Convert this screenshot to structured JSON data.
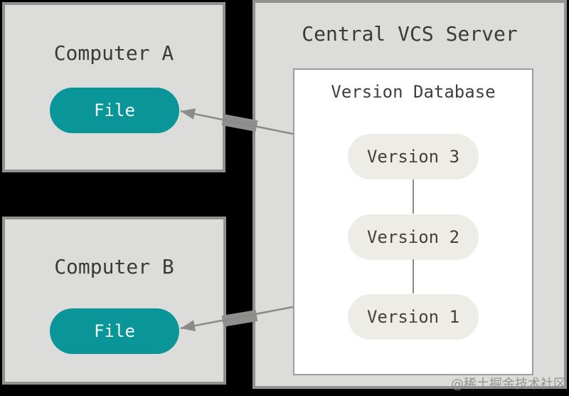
{
  "diagram": {
    "computer_a": {
      "title": "Computer A",
      "file_label": "File"
    },
    "computer_b": {
      "title": "Computer B",
      "file_label": "File"
    },
    "server": {
      "title": "Central VCS Server",
      "database": {
        "title": "Version Database",
        "versions": [
          "Version 3",
          "Version 2",
          "Version 1"
        ]
      }
    },
    "watermark": "@稀土掘金技术社区",
    "colors": {
      "accent_teal": "#0a9699",
      "box_background": "#dcdcda",
      "box_border": "#919190",
      "version_pill_background": "#edece7",
      "arrow_gray": "#8a8a88",
      "canvas_background": "#000000"
    }
  }
}
